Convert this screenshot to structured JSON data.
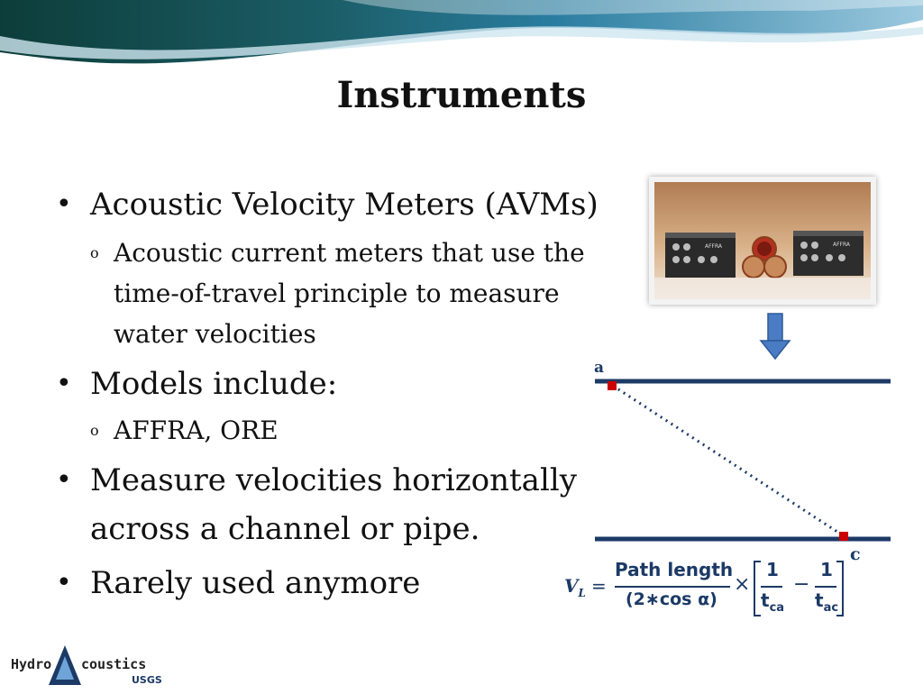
{
  "slide": {
    "title": "Instruments"
  },
  "bullets": [
    {
      "level": 1,
      "text": "Acoustic Velocity Meters (AVMs)"
    },
    {
      "level": 2,
      "text": "Acoustic current meters that use the"
    },
    {
      "level": 2,
      "text": "time-of-travel principle to measure"
    },
    {
      "level": 2,
      "text": "water velocities"
    },
    {
      "level": 1,
      "text": "Models include:"
    },
    {
      "level": 2,
      "text": "AFFRA, ORE"
    },
    {
      "level": 1,
      "text": "Measure velocities horizontally"
    },
    {
      "level": 1,
      "text": "across a channel or pipe."
    },
    {
      "level": 1,
      "text": "Rarely used anymore"
    }
  ],
  "photo": {
    "device_label_left": "AFFRA",
    "device_label_right": "AFFRA"
  },
  "diagram": {
    "point_a": "a",
    "point_c": "c",
    "line_color": "#1c3a66",
    "marker_color": "#cc0000"
  },
  "formula": {
    "lhs": "V",
    "lhs_sub": "L",
    "equals": "=",
    "numerator": "Path length",
    "denominator": "(2∗cos α)",
    "times": "×",
    "one_left": "1",
    "t_left": "t",
    "t_left_sub": "ca",
    "minus": "−",
    "one_right": "1",
    "t_right": "t",
    "t_right_sub": "ac"
  },
  "logo": {
    "part1": "Hydro",
    "part2": "coustics",
    "agency": "USGS"
  },
  "colors": {
    "accent": "#1c3a66",
    "arrow": "#4a7cc4"
  }
}
